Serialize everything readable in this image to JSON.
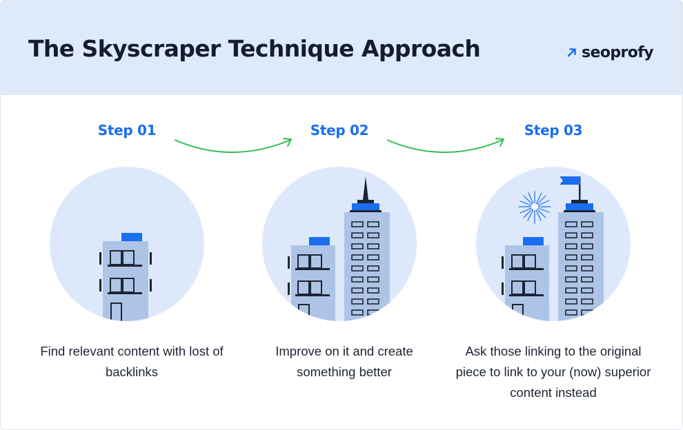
{
  "header": {
    "title": "The Skyscraper Technique Approach",
    "logo_text": "seoprofy",
    "logo_icon": "diagonal-arrow-icon",
    "background_color": "#deeaf9"
  },
  "colors": {
    "accent_blue": "#1a6ef0",
    "arrow_green": "#2fc04f",
    "building_fill": "#aec4e6",
    "window_dark": "#1d2433",
    "circle_fill": "#dde9fb"
  },
  "steps": [
    {
      "label": "Step 01",
      "description": "Find relevant content with lost of backlinks"
    },
    {
      "label": "Step 02",
      "description": "Improve on it and create something better"
    },
    {
      "label": "Step 03",
      "description": "Ask those linking to the original piece to link to your (now) superior content instead"
    }
  ]
}
